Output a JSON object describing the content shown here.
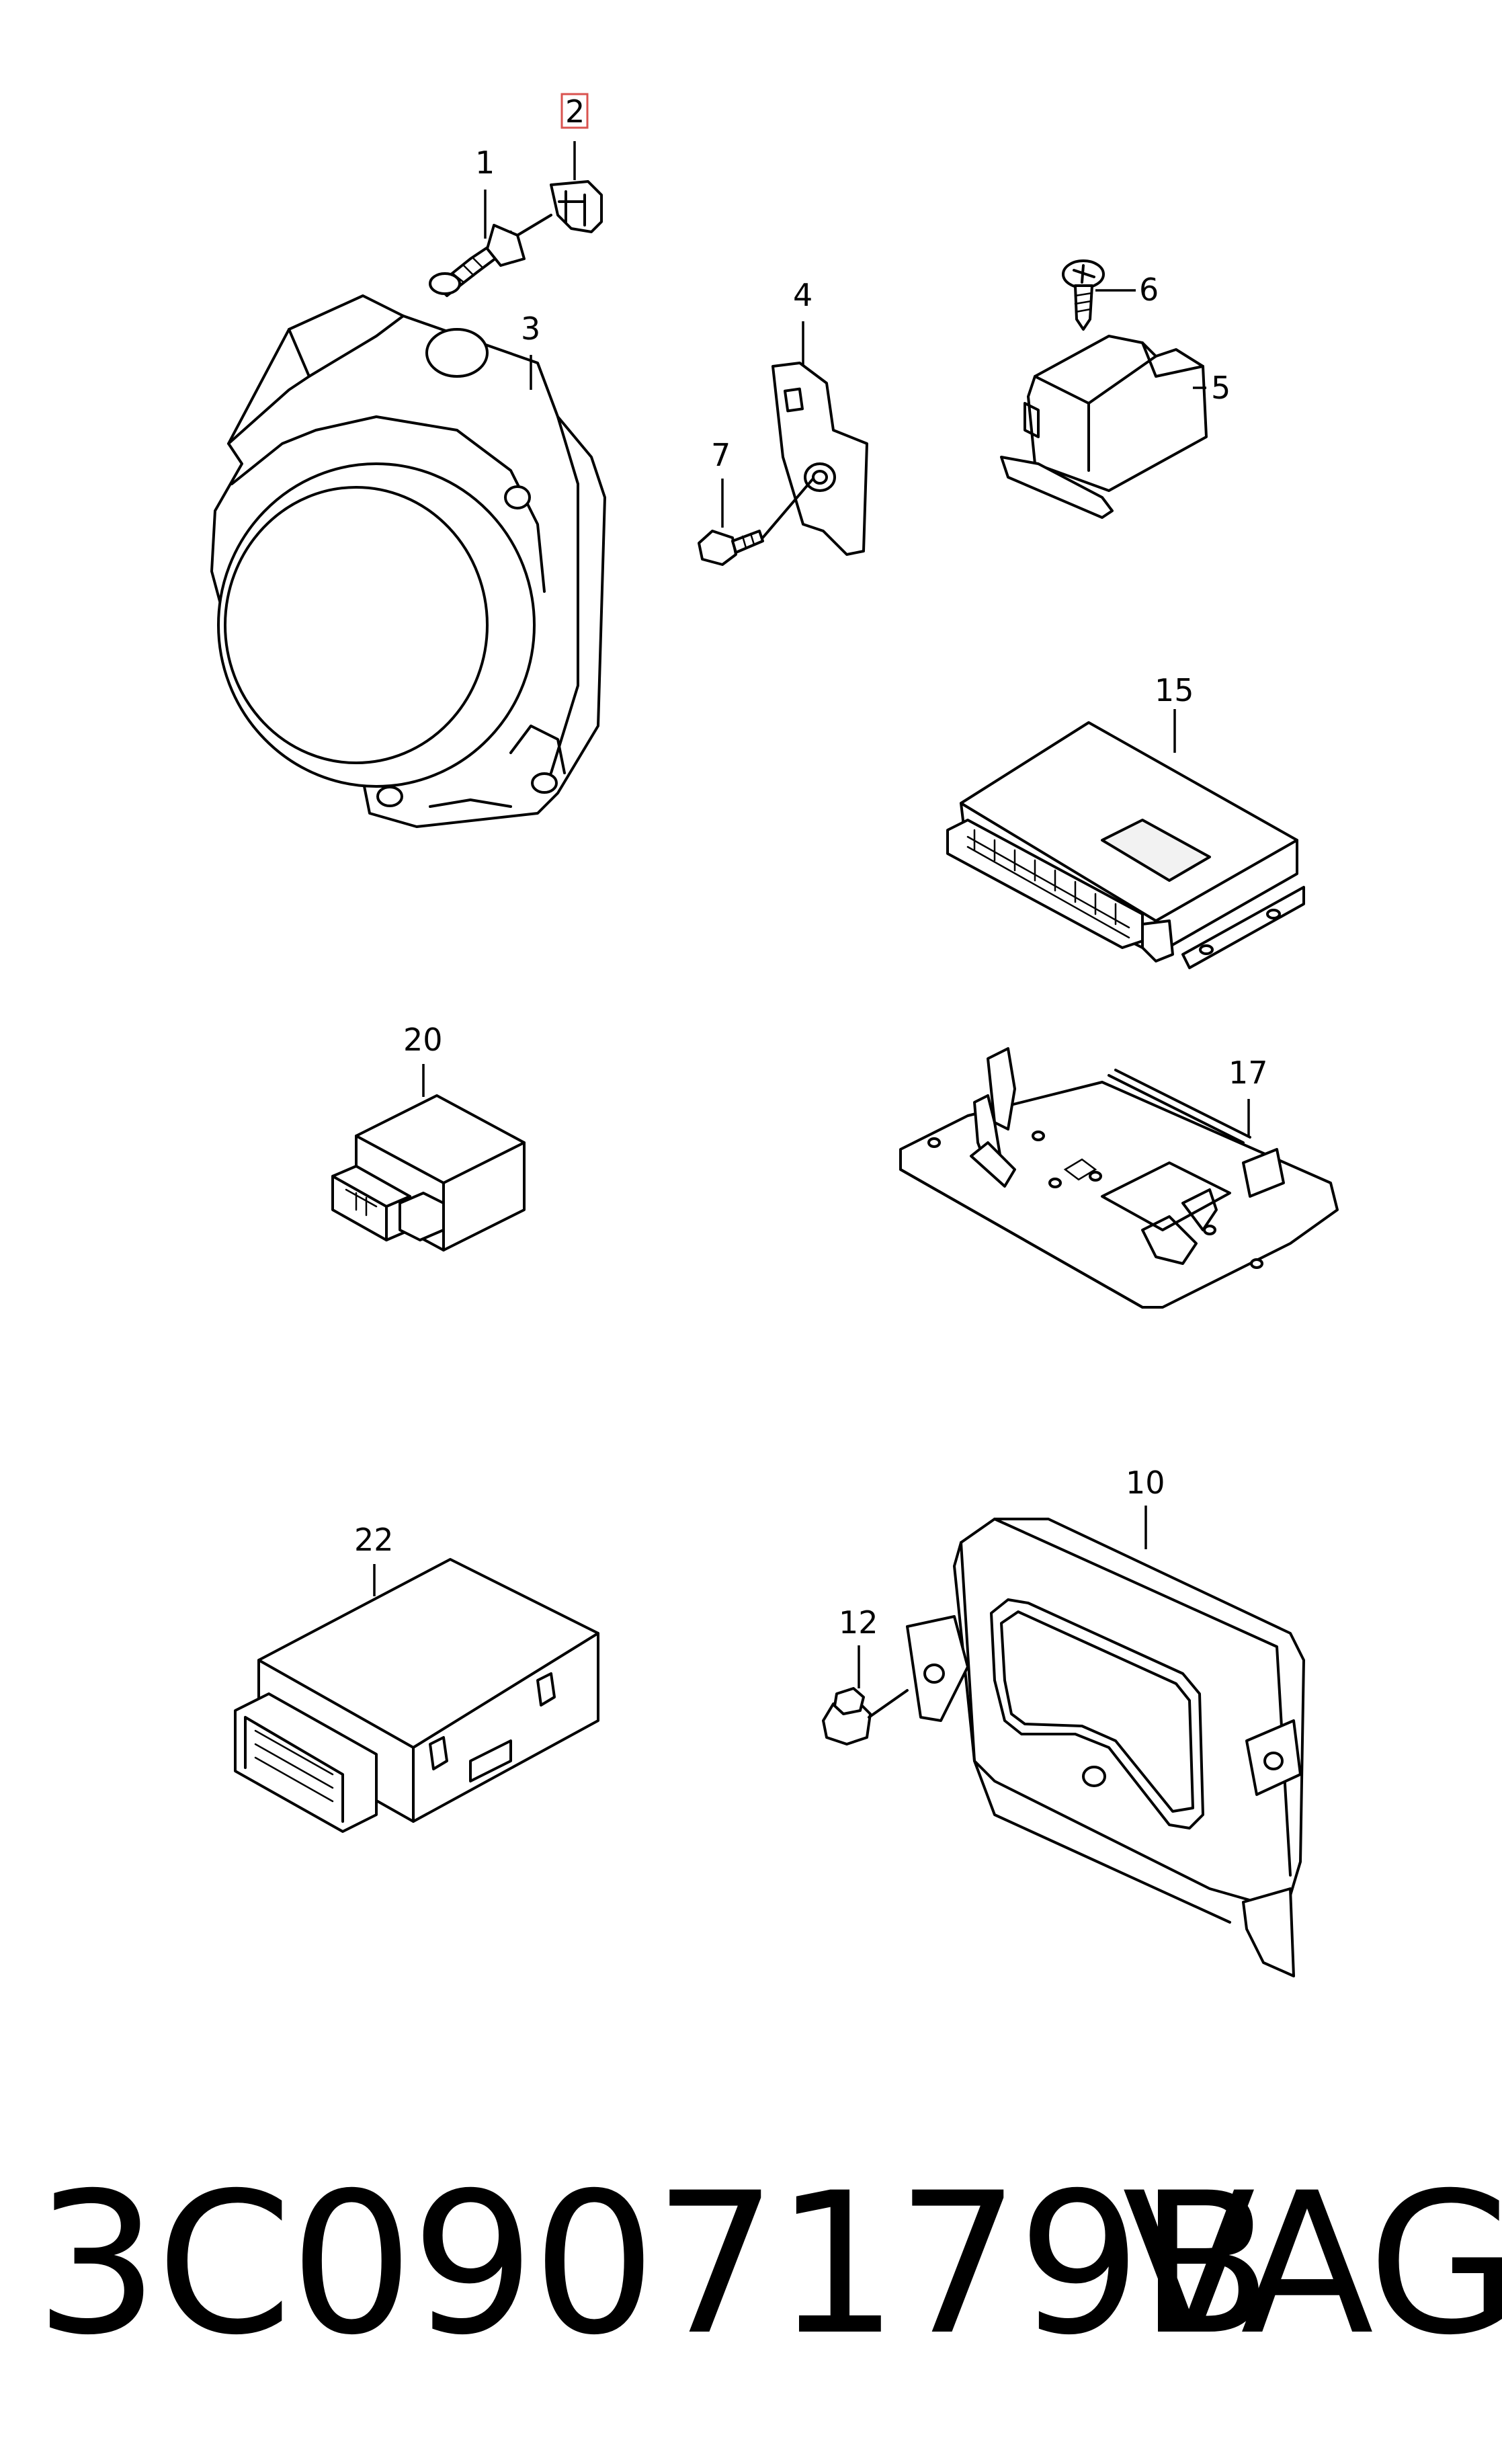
{
  "callouts": {
    "c1": "1",
    "c2": "2",
    "c3": "3",
    "c4": "4",
    "c5": "5",
    "c6": "6",
    "c7": "7",
    "c10": "10",
    "c12": "12",
    "c15": "15",
    "c17": "17",
    "c20": "20",
    "c22": "22"
  },
  "highlighted_callout": "2",
  "highlight_color": "#d9534f",
  "footer": {
    "part_number": "3C0907179B",
    "brand": "VAG"
  }
}
